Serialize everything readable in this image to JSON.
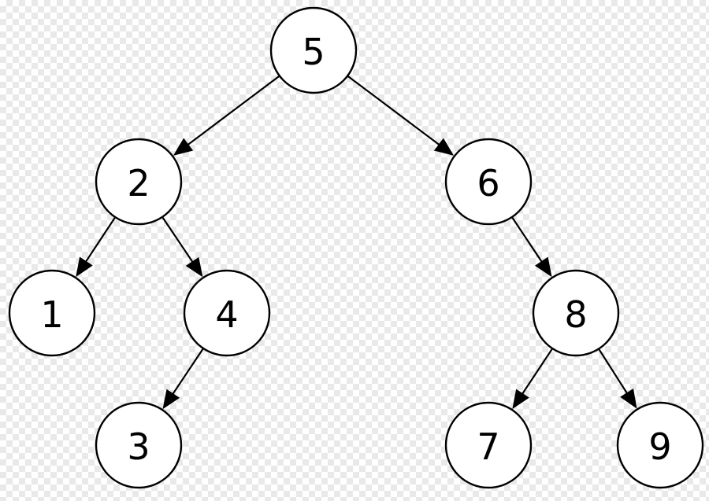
{
  "tree": {
    "nodes": [
      {
        "id": "n5",
        "label": "5"
      },
      {
        "id": "n2",
        "label": "2"
      },
      {
        "id": "n6",
        "label": "6"
      },
      {
        "id": "n1",
        "label": "1"
      },
      {
        "id": "n4",
        "label": "4"
      },
      {
        "id": "n8",
        "label": "8"
      },
      {
        "id": "n3",
        "label": "3"
      },
      {
        "id": "n7",
        "label": "7"
      },
      {
        "id": "n9",
        "label": "9"
      }
    ],
    "edges": [
      {
        "from": "n5",
        "to": "n2"
      },
      {
        "from": "n5",
        "to": "n6"
      },
      {
        "from": "n2",
        "to": "n1"
      },
      {
        "from": "n2",
        "to": "n4"
      },
      {
        "from": "n4",
        "to": "n3"
      },
      {
        "from": "n6",
        "to": "n8"
      },
      {
        "from": "n8",
        "to": "n7"
      },
      {
        "from": "n8",
        "to": "n9"
      }
    ]
  }
}
